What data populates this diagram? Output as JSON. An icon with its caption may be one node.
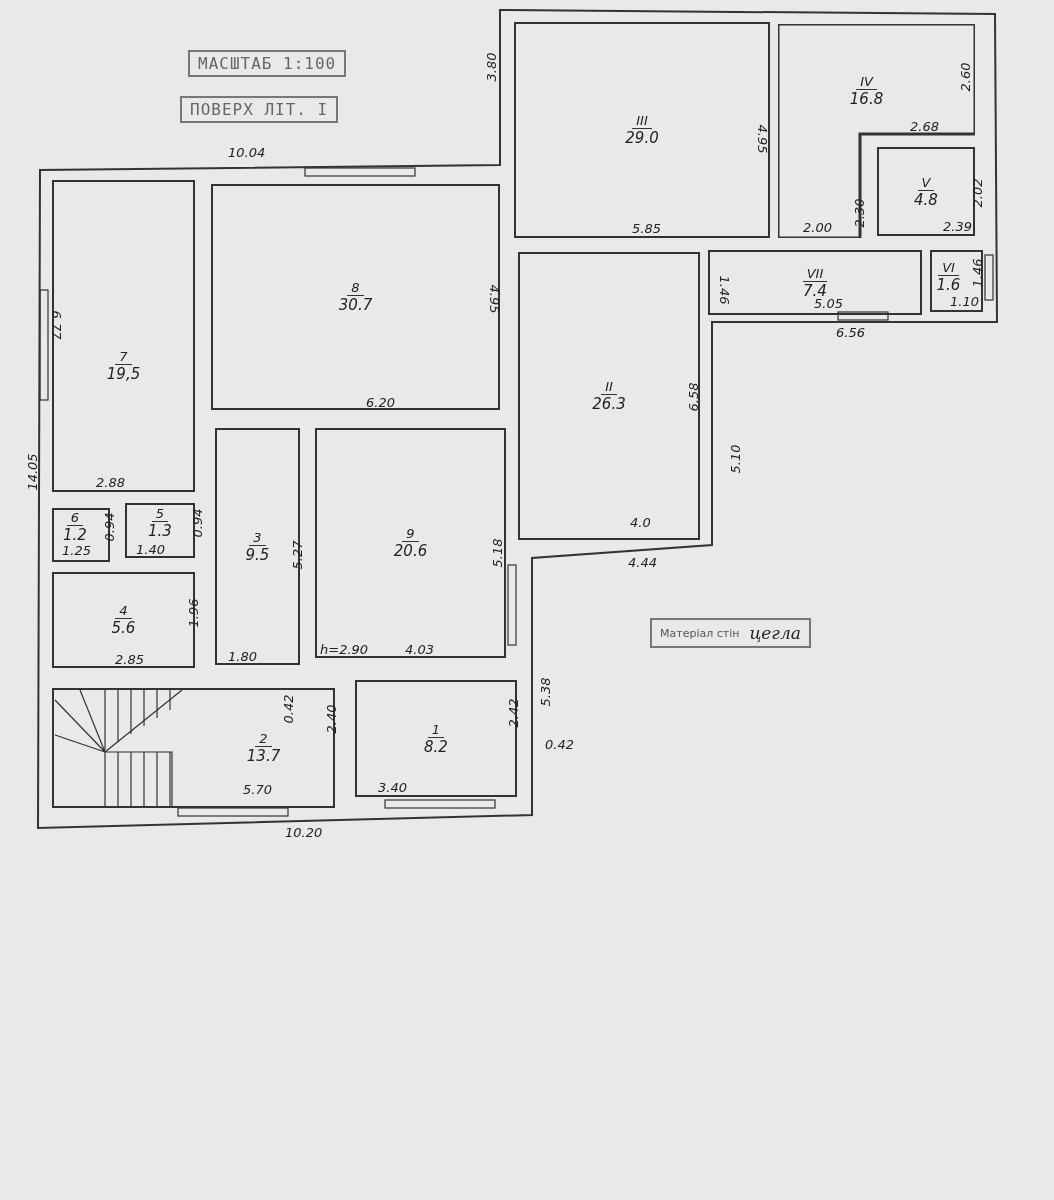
{
  "diagram": {
    "nodes": [
      {
        "text": [
          "7",
          "19,5"
        ]
      },
      {
        "text": [
          "8",
          "30.7"
        ]
      },
      {
        "text": [
          "III",
          "29.0"
        ]
      },
      {
        "text": [
          "IV",
          "16.8"
        ]
      },
      {
        "text": [
          "V",
          "4.8"
        ]
      },
      {
        "text": [
          "VII",
          "7.4"
        ]
      },
      {
        "text": [
          "VI",
          "1.6"
        ]
      },
      {
        "text": [
          "II",
          "26.3"
        ]
      },
      {
        "text": [
          "6",
          "1.2"
        ]
      },
      {
        "text": [
          "5",
          "1.3"
        ]
      },
      {
        "text": [
          "3",
          "9.5"
        ]
      },
      {
        "text": [
          "9",
          "20.6"
        ]
      },
      {
        "text": [
          "4",
          "5.6"
        ]
      },
      {
        "text": [
          "2",
          "13.7"
        ]
      },
      {
        "text": [
          "1",
          "8.2"
        ]
      }
    ],
    "edges": [],
    "labels": [
      "МАСШТАБ 1:100",
      "ПОВЕРХ ЛІТ. I",
      "10.04",
      "3.80",
      "6.77",
      "6.20",
      "4.95",
      "2.88",
      "14.05",
      "0.94",
      "1.25",
      "1.40",
      "0.94",
      "5.27",
      "1.96",
      "2.85",
      "1.80",
      "h=2.90",
      "4.03",
      "5.18",
      "0.42",
      "2.40",
      "5.70",
      "10.20",
      "3.40",
      "2.42",
      "5.38",
      "0.42",
      "4.95",
      "5.85",
      "2.60",
      "2.68",
      "2.30",
      "2.02",
      "2.00",
      "2.39",
      "1.46",
      "5.05",
      "1.46",
      "1.10",
      "6.56",
      "6.58",
      "5.10",
      "4.0",
      "4.44",
      "Матеріал стін",
      "цегла"
    ]
  }
}
